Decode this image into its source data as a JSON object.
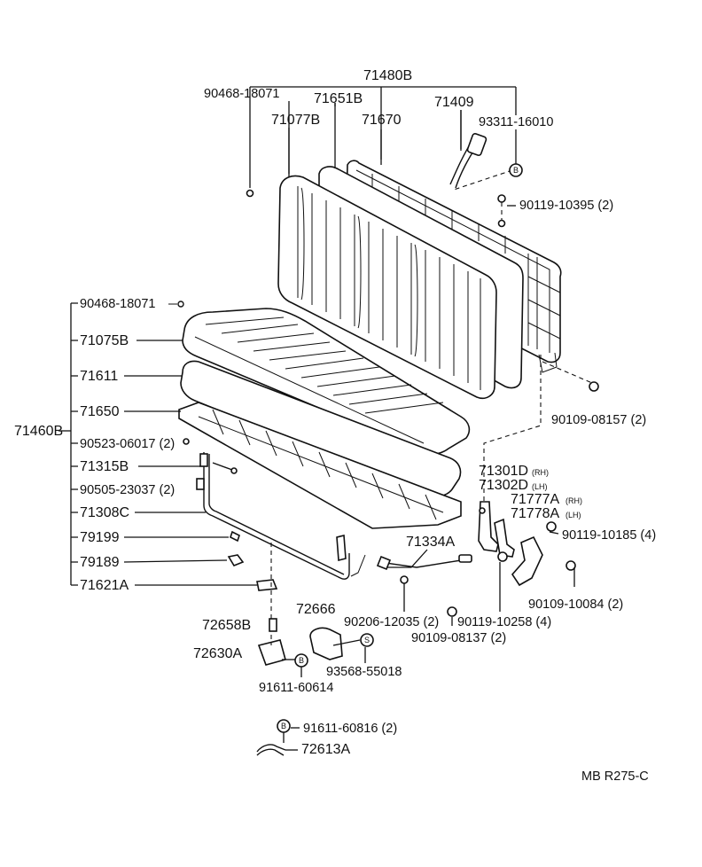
{
  "diagram": {
    "code": "MB R275-C",
    "labels": {
      "l71480B": "71480B",
      "l90468a": "90468-18071",
      "l71651B": "71651B",
      "l71409": "71409",
      "l71077B": "71077B",
      "l71670": "71670",
      "l93311": "93311-16010",
      "l90119a": "90119-10395 (2)",
      "l90468b": "90468-18071",
      "l71075B": "71075B",
      "l71611": "71611",
      "l71650": "71650",
      "l71460B": "71460B",
      "l90523": "90523-06017 (2)",
      "l71315B": "71315B",
      "l90505": "90505-23037 (2)",
      "l71308C": "71308C",
      "l79199": "79199",
      "l79189": "79189",
      "l71621A": "71621A",
      "l90109a": "90109-08157 (2)",
      "l71301D": "71301D",
      "l71301Dsfx": "(RH)",
      "l71302D": "71302D",
      "l71302Dsfx": "(LH)",
      "l71777A": "71777A",
      "l71777Asfx": "(RH)",
      "l71778A": "71778A",
      "l71778Asfx": "(LH)",
      "l90119b": "90119-10185 (4)",
      "l71334A": "71334A",
      "l90109b": "90109-10084 (2)",
      "l72658B": "72658B",
      "l72666": "72666",
      "l90206": "90206-12035 (2)",
      "l90119c": "90119-10258 (4)",
      "l90109c": "90109-08137 (2)",
      "l72630A": "72630A",
      "l93568": "93568-55018",
      "l91611a": "91611-60614",
      "l91611b": "91611-60816 (2)",
      "l72613A": "72613A",
      "markB": "B",
      "markS": "S"
    }
  }
}
